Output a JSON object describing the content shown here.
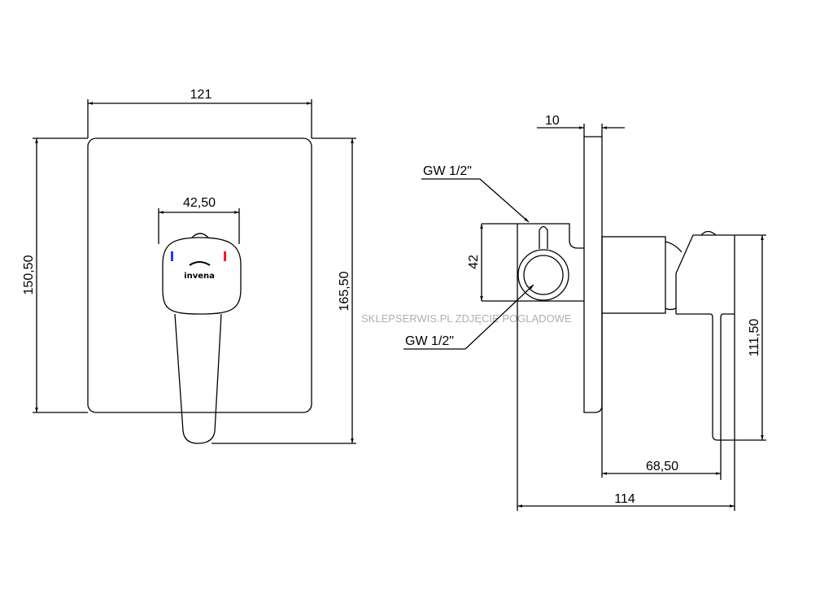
{
  "front_view": {
    "width_dim": "121",
    "height_dim": "150,50",
    "total_height_dim": "165,50",
    "handle_width_dim": "42,50",
    "logo": "invena",
    "cold_color": "#1a3cff",
    "hot_color": "#ff1a1a"
  },
  "side_view": {
    "plate_thickness_dim": "10",
    "inlet_top_label": "GW 1/2\"",
    "outlet_label": "GW 1/2\"",
    "inlet_height_dim": "42",
    "handle_height_dim": "111,50",
    "projection_dim": "68,50",
    "total_depth_dim": "114"
  },
  "watermark": "SKLEPSERWIS.PL ZDJĘCIE POGLĄDOWE"
}
